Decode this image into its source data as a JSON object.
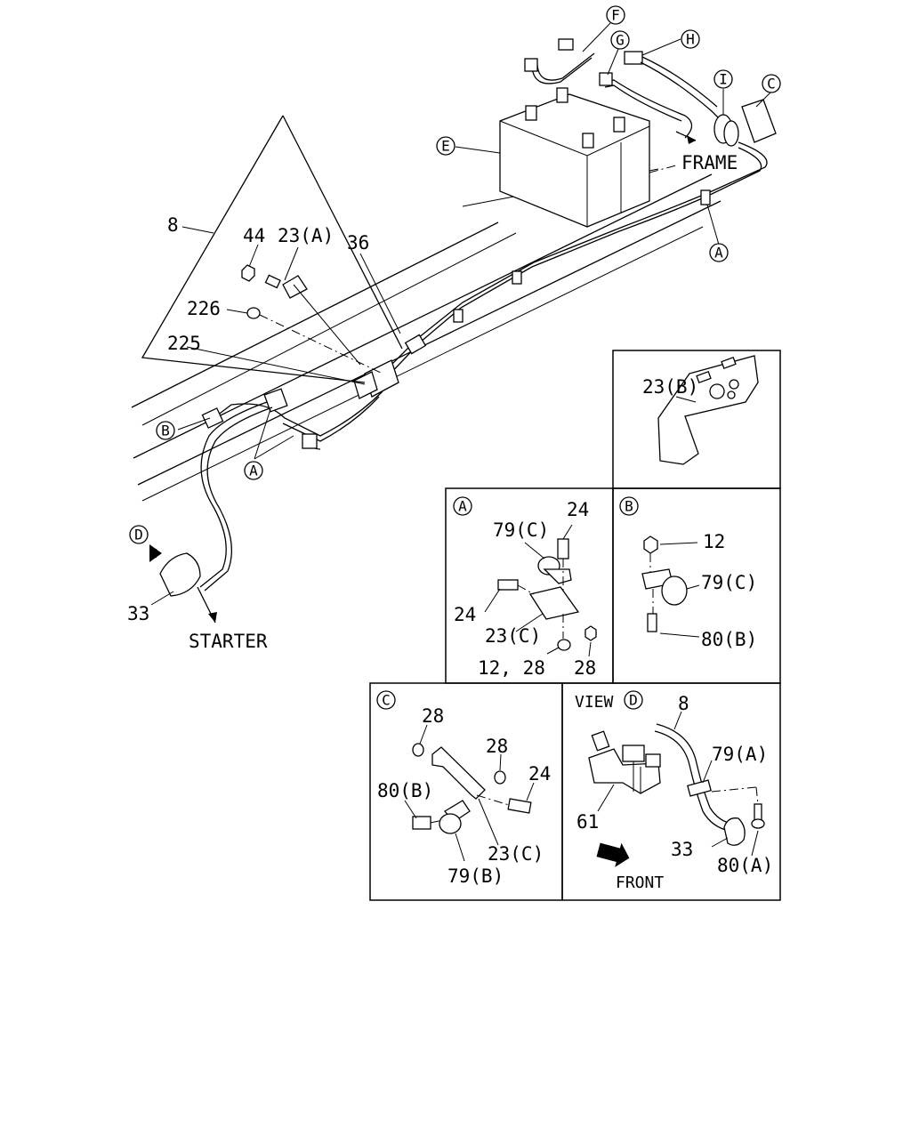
{
  "callouts": {
    "F": "F",
    "G": "G",
    "H": "H",
    "I": "I",
    "C": "C",
    "E": "E",
    "A": "A",
    "B": "B",
    "D": "D"
  },
  "main": {
    "frame": "FRAME",
    "starter": "STARTER",
    "p8": "8",
    "p44": "44",
    "p23a": "23(A)",
    "p36": "36",
    "p226": "226",
    "p225": "225",
    "p33": "33"
  },
  "detail_23b": {
    "label": "23(B)"
  },
  "detail_a": {
    "tag": "A",
    "p24_top": "24",
    "p79c": "79(C)",
    "p24_left": "24",
    "p23c": "23(C)",
    "p12_28": "12, 28",
    "p28": "28"
  },
  "detail_b": {
    "tag": "B",
    "p12": "12",
    "p79c": "79(C)",
    "p80b": "80(B)"
  },
  "detail_c": {
    "tag": "C",
    "p28_a": "28",
    "p28_b": "28",
    "p24": "24",
    "p80b": "80(B)",
    "p23c": "23(C)",
    "p79b": "79(B)"
  },
  "detail_d": {
    "view": "VIEW",
    "tag": "D",
    "p8": "8",
    "p79a": "79(A)",
    "p61": "61",
    "p33": "33",
    "p80a": "80(A)",
    "front": "FRONT"
  }
}
